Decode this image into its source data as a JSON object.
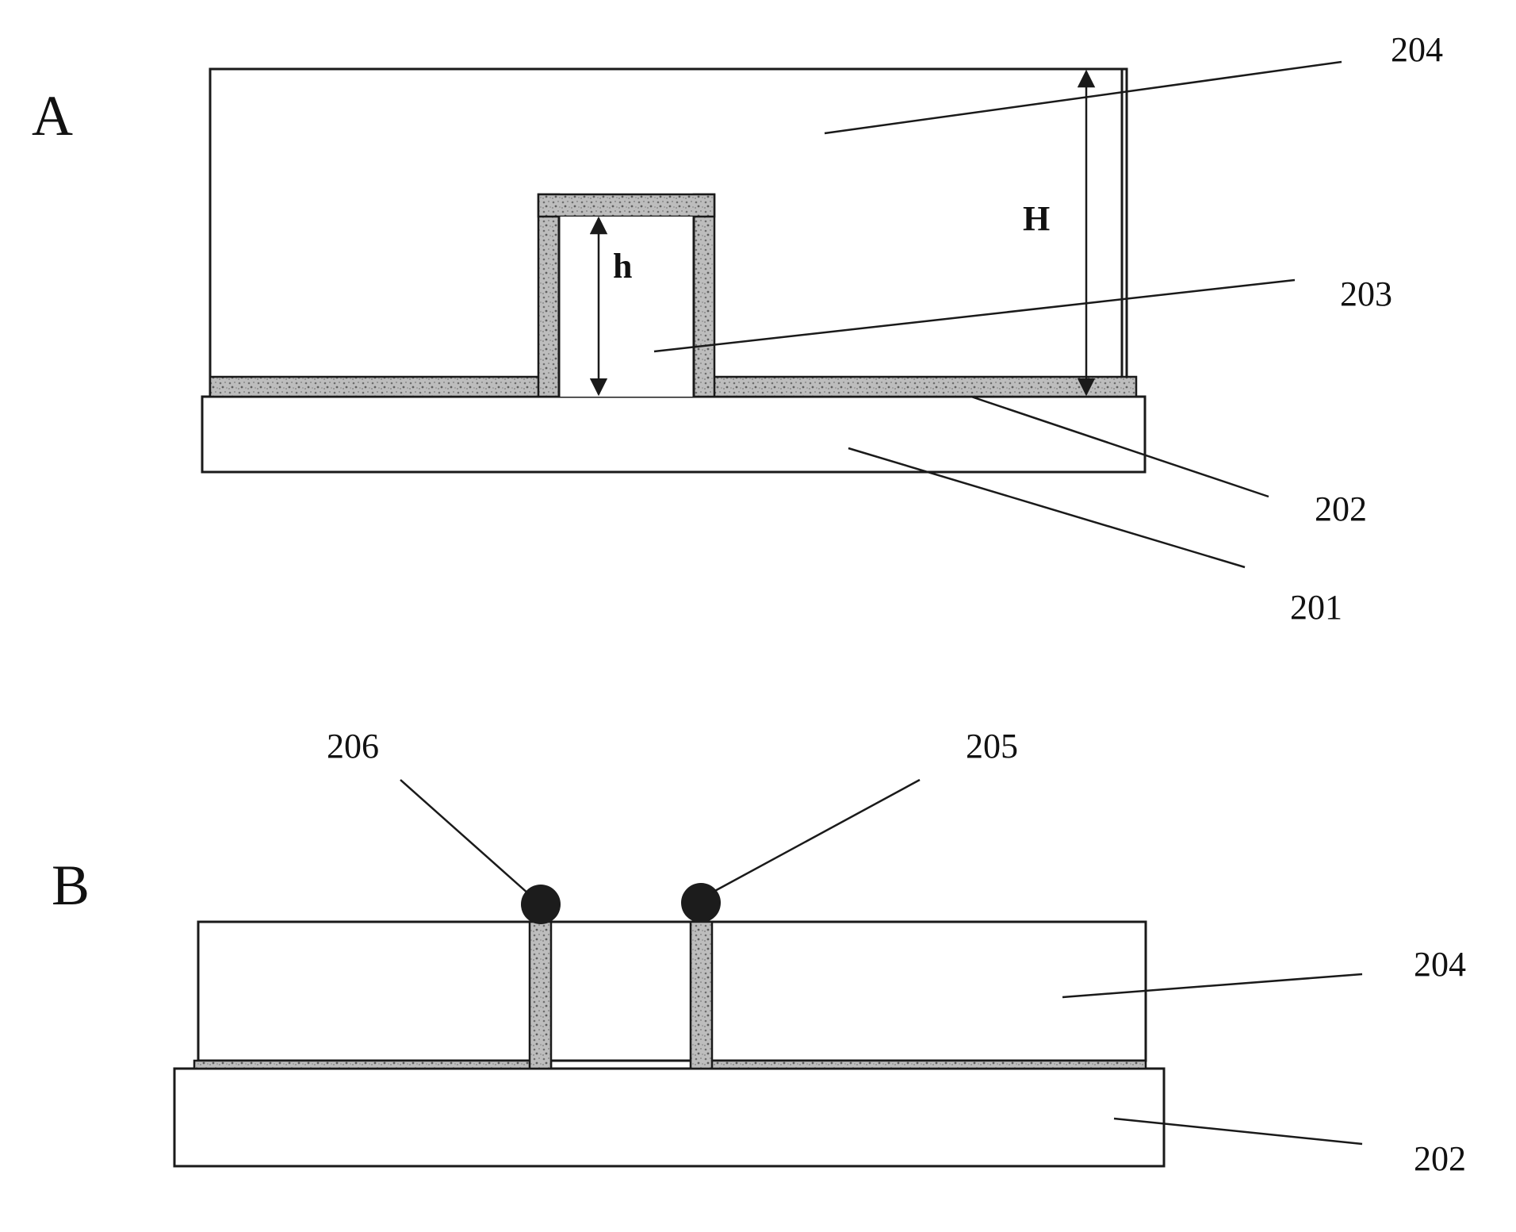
{
  "panels": {
    "a": {
      "letter": "A",
      "callouts": {
        "c204": "204",
        "c203": "203",
        "c202": "202",
        "c201": "201"
      },
      "dimensions": {
        "tall": "H",
        "short": "h"
      }
    },
    "b": {
      "letter": "B",
      "callouts": {
        "c206": "206",
        "c205": "205",
        "c204": "204",
        "c202": "202"
      }
    }
  },
  "colors": {
    "line": "#1a1a1a",
    "coating": "#b8b8b8",
    "particle": "#1c1c1c",
    "background": "#ffffff"
  },
  "icons": {
    "particle": "filled-circle"
  }
}
